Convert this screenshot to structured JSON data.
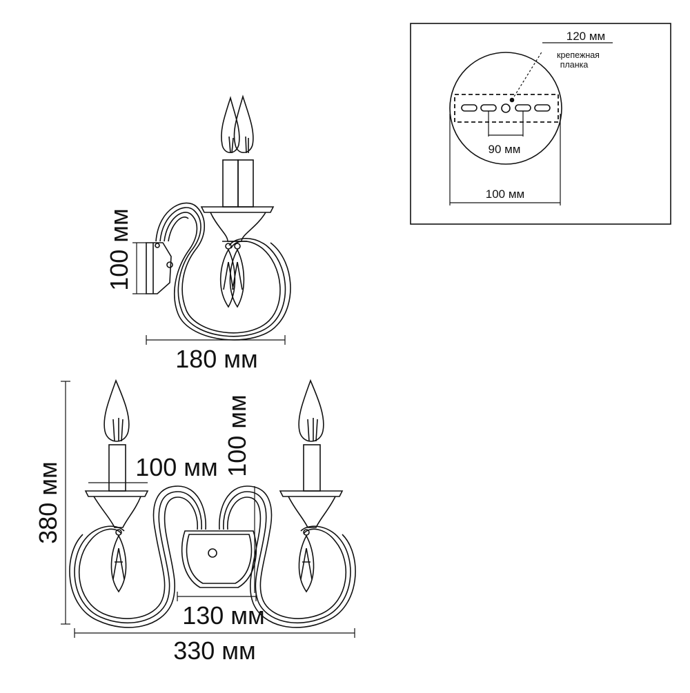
{
  "side_view": {
    "height_label": "100 мм",
    "width_label": "180 мм"
  },
  "front_view": {
    "height_label": "380 мм",
    "width_label": "330 мм",
    "arm_offset_label": "100 мм",
    "arm_height_label": "100 мм",
    "plate_width_label": "130 мм"
  },
  "mount_detail": {
    "plate_length_label": "120 мм",
    "plate_name_label_line1": "крепежная",
    "plate_name_label_line2": "планка",
    "hole_spacing_label": "90 мм",
    "diameter_label": "100 мм"
  }
}
